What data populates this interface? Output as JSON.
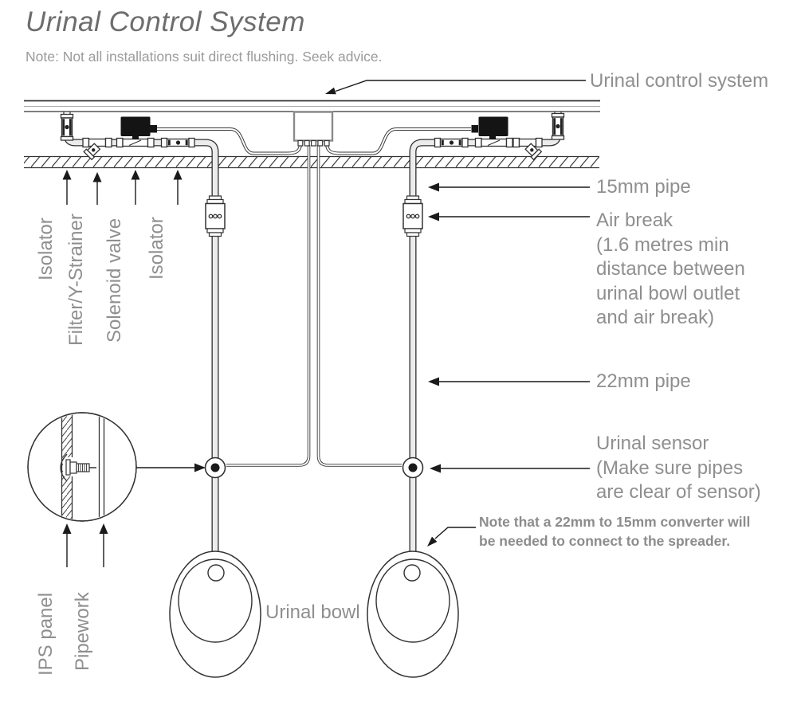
{
  "title": "Urinal Control System",
  "subtitle": "Note: Not all installations suit direct flushing. Seek advice.",
  "labels": {
    "urinal_control_system": "Urinal control system",
    "pipe_15mm": "15mm pipe",
    "air_break": "Air break",
    "air_break_note": [
      "(1.6 metres min",
      "distance between",
      "urinal bowl outlet",
      "and air break)"
    ],
    "pipe_22mm": "22mm pipe",
    "urinal_sensor": "Urinal sensor",
    "urinal_sensor_note": [
      "(Make sure pipes",
      "are clear of sensor)"
    ],
    "converter_note": [
      "Note that a 22mm to 15mm converter will",
      "be needed to connect to the spreader."
    ],
    "isolator_left": "Isolator",
    "filter_y_strainer": "Filter/Y-Strainer",
    "solenoid_valve": "Solenoid valve",
    "isolator_right": "Isolator",
    "ips_panel": "IPS panel",
    "pipework": "Pipework",
    "urinal_bowl": "Urinal bowl"
  },
  "colors": {
    "line": "#2e2e2e",
    "pipe_fill": "#ececec",
    "label_text": "#8f8f8f",
    "title_text": "#6d6d6d",
    "subtitle_text": "#9b9b9b",
    "note_text": "#8c8c8c",
    "solenoid_fill": "#141414",
    "control_box_border": "#8a8a8a"
  }
}
